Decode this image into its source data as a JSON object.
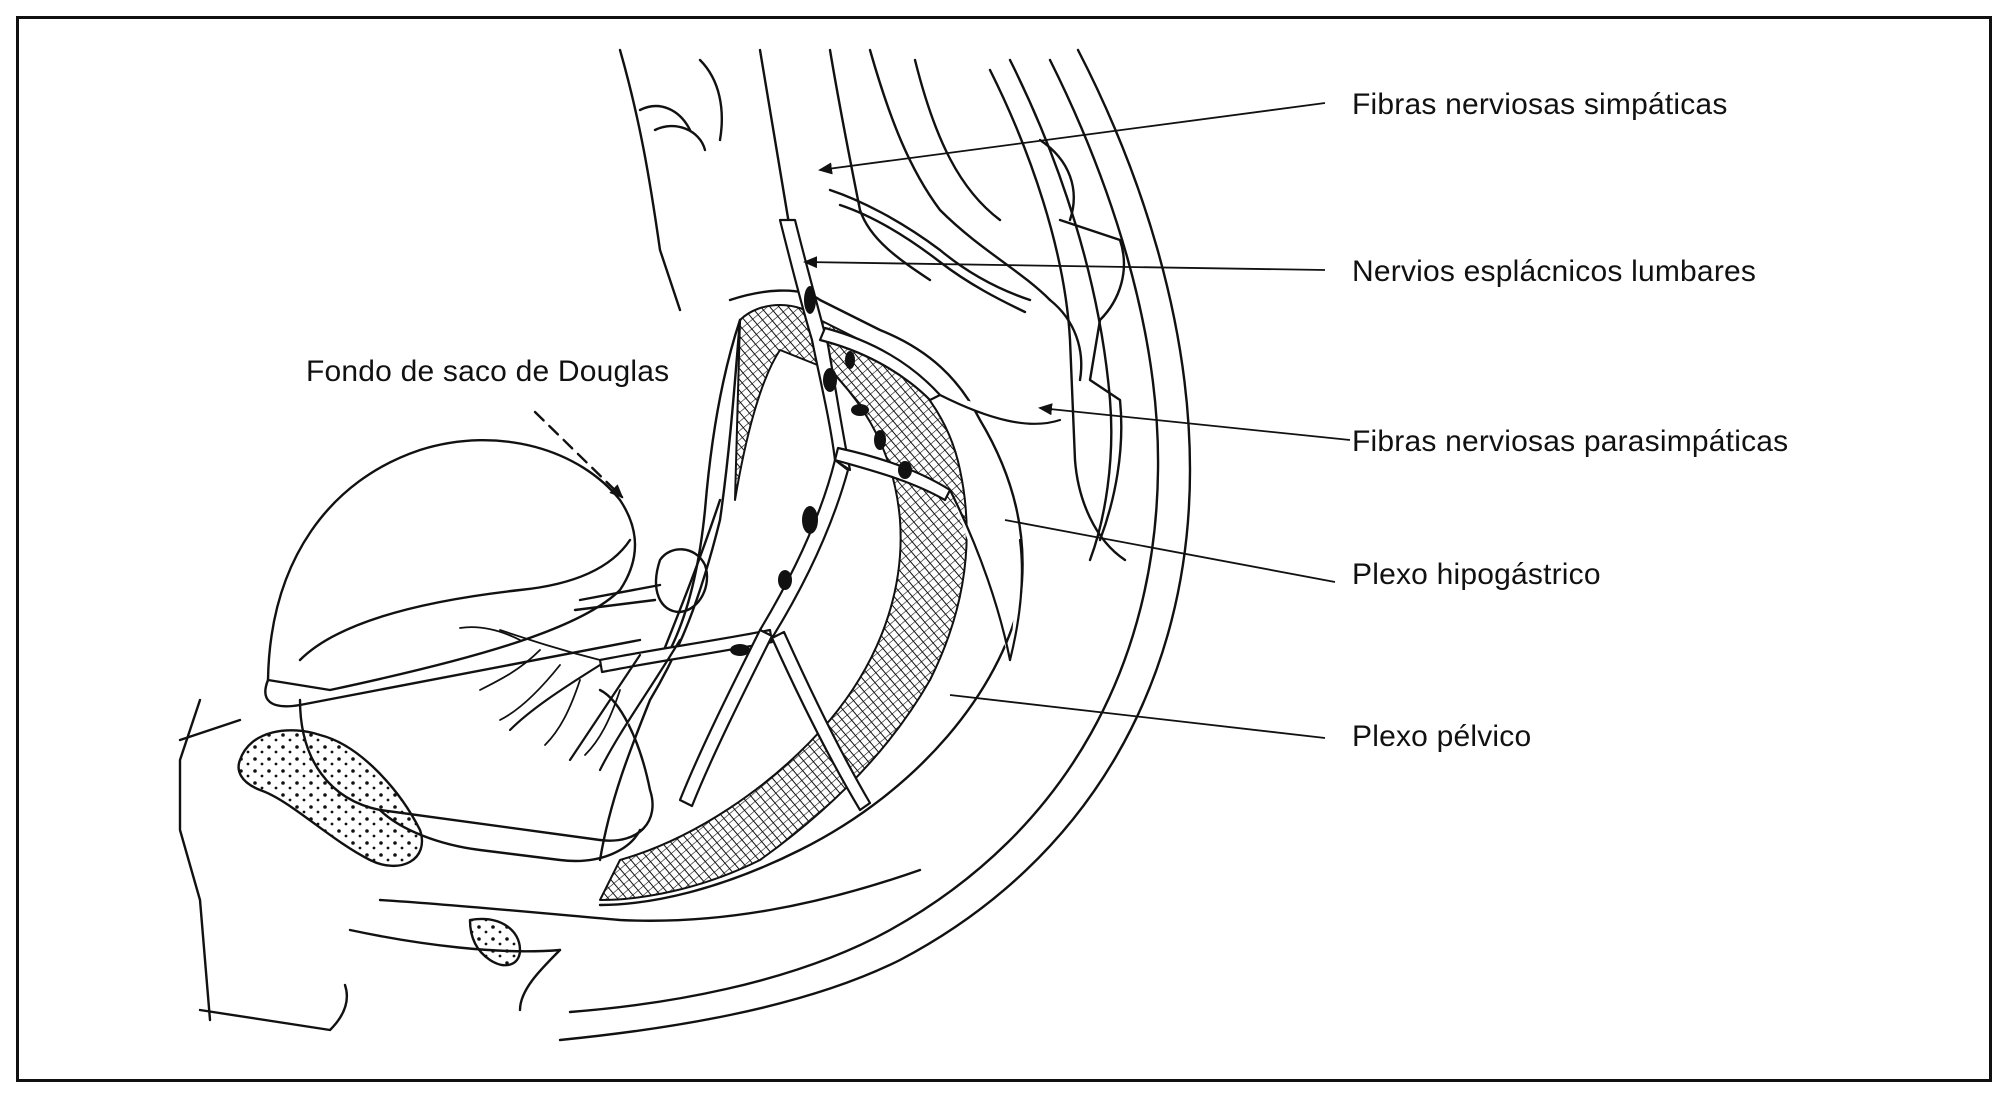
{
  "diagram": {
    "labels": {
      "douglas": "Fondo de saco de Douglas",
      "sympathetic": "Fibras nerviosas simpáticas",
      "splanchnic": "Nervios esplácnicos lumbares",
      "parasympathetic": "Fibras nerviosas parasimpáticas",
      "hypogastric": "Plexo hipogástrico",
      "pelvic": "Plexo pélvico"
    },
    "colors": {
      "ink": "#111111",
      "paper": "#ffffff"
    }
  }
}
